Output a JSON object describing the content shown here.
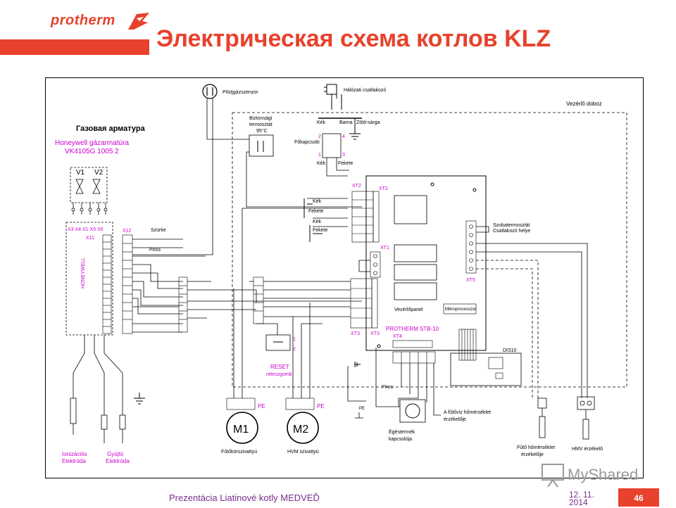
{
  "slide": {
    "title": "Электрическая схема котлов KLZ",
    "logo_text": "protherm",
    "footer_text": "Prezentácia Liatinové kotly MEDVEĎ",
    "footer_date": "12. 11. 2014",
    "page_number": "46",
    "watermark_text": "MyShared",
    "accent_color": "#e8412c",
    "footer_color": "#7a2e8c"
  },
  "diagram": {
    "gas_valve_title": "Газовая арматура",
    "gas_valve_model_1": "Honeywell gázarmatúra",
    "gas_valve_model_2": "VK4105G 1005 2",
    "valve_v1": "V1",
    "valve_v2": "V2",
    "terminal_strip_labels": "X3  X4  X1  X5  X6",
    "x11": "X11",
    "x12": "X12",
    "honeywell_vertical": "HONEYWELL",
    "flame_sensor": "Pilstjgázszenzor",
    "mains_plug": "Hálózati csatlakozó",
    "safety_thermostat_1": "Biztonsági",
    "safety_thermostat_2": "termosztát",
    "safety_thermostat_temp": "95°C",
    "main_switch": "Főkapcsoló",
    "electrical_box": "Vezérlő doboz",
    "wire_kek": "Kék",
    "wire_barna": "Barna",
    "wire_zoldsarga": "Zöld-sárga",
    "wire_fekete": "Fekete",
    "wire_szurke": "Szürke",
    "wire_piros": "Piros",
    "xt1": "XT1",
    "xt2": "XT2",
    "xt3": "XT3",
    "xt4": "XT4",
    "xt5": "XT5",
    "room_thermostat_1": "Szobatermosztát",
    "room_thermostat_2": "Csatlakozó helye",
    "control_panel": "Vezérlőpanel",
    "microprocessor": "Mikroprocesszor",
    "board_name": "PROTHERM STB-10",
    "dis10": "DIS10",
    "reset_label": "RESET",
    "reset_sub": "reteszgomb",
    "motor_m1": "M1",
    "motor_m2": "M2",
    "pe": "PE",
    "pump_heating": "Fűtőkörszivattyú",
    "pump_hw": "HVM szivattyú",
    "ionization_1": "Ionizációs",
    "ionization_2": "Elektróda",
    "ignition_1": "Gyújtó",
    "ignition_2": "Elektróda",
    "flue_sensor_1": "Égéstermék",
    "flue_sensor_2": "kapcsolója",
    "heating_sensor_1": "A fűtővíz hőmérséklet",
    "heating_sensor_2": "érzékelője",
    "return_sensor_1": "Fűtő hőmérséklet",
    "return_sensor_2": "érzékelője",
    "hmv_sensor": "HMV érzékelő",
    "pressure_label": "Piros",
    "term_1": "1",
    "term_2": "2",
    "term_3": "3",
    "term_4": "4"
  }
}
